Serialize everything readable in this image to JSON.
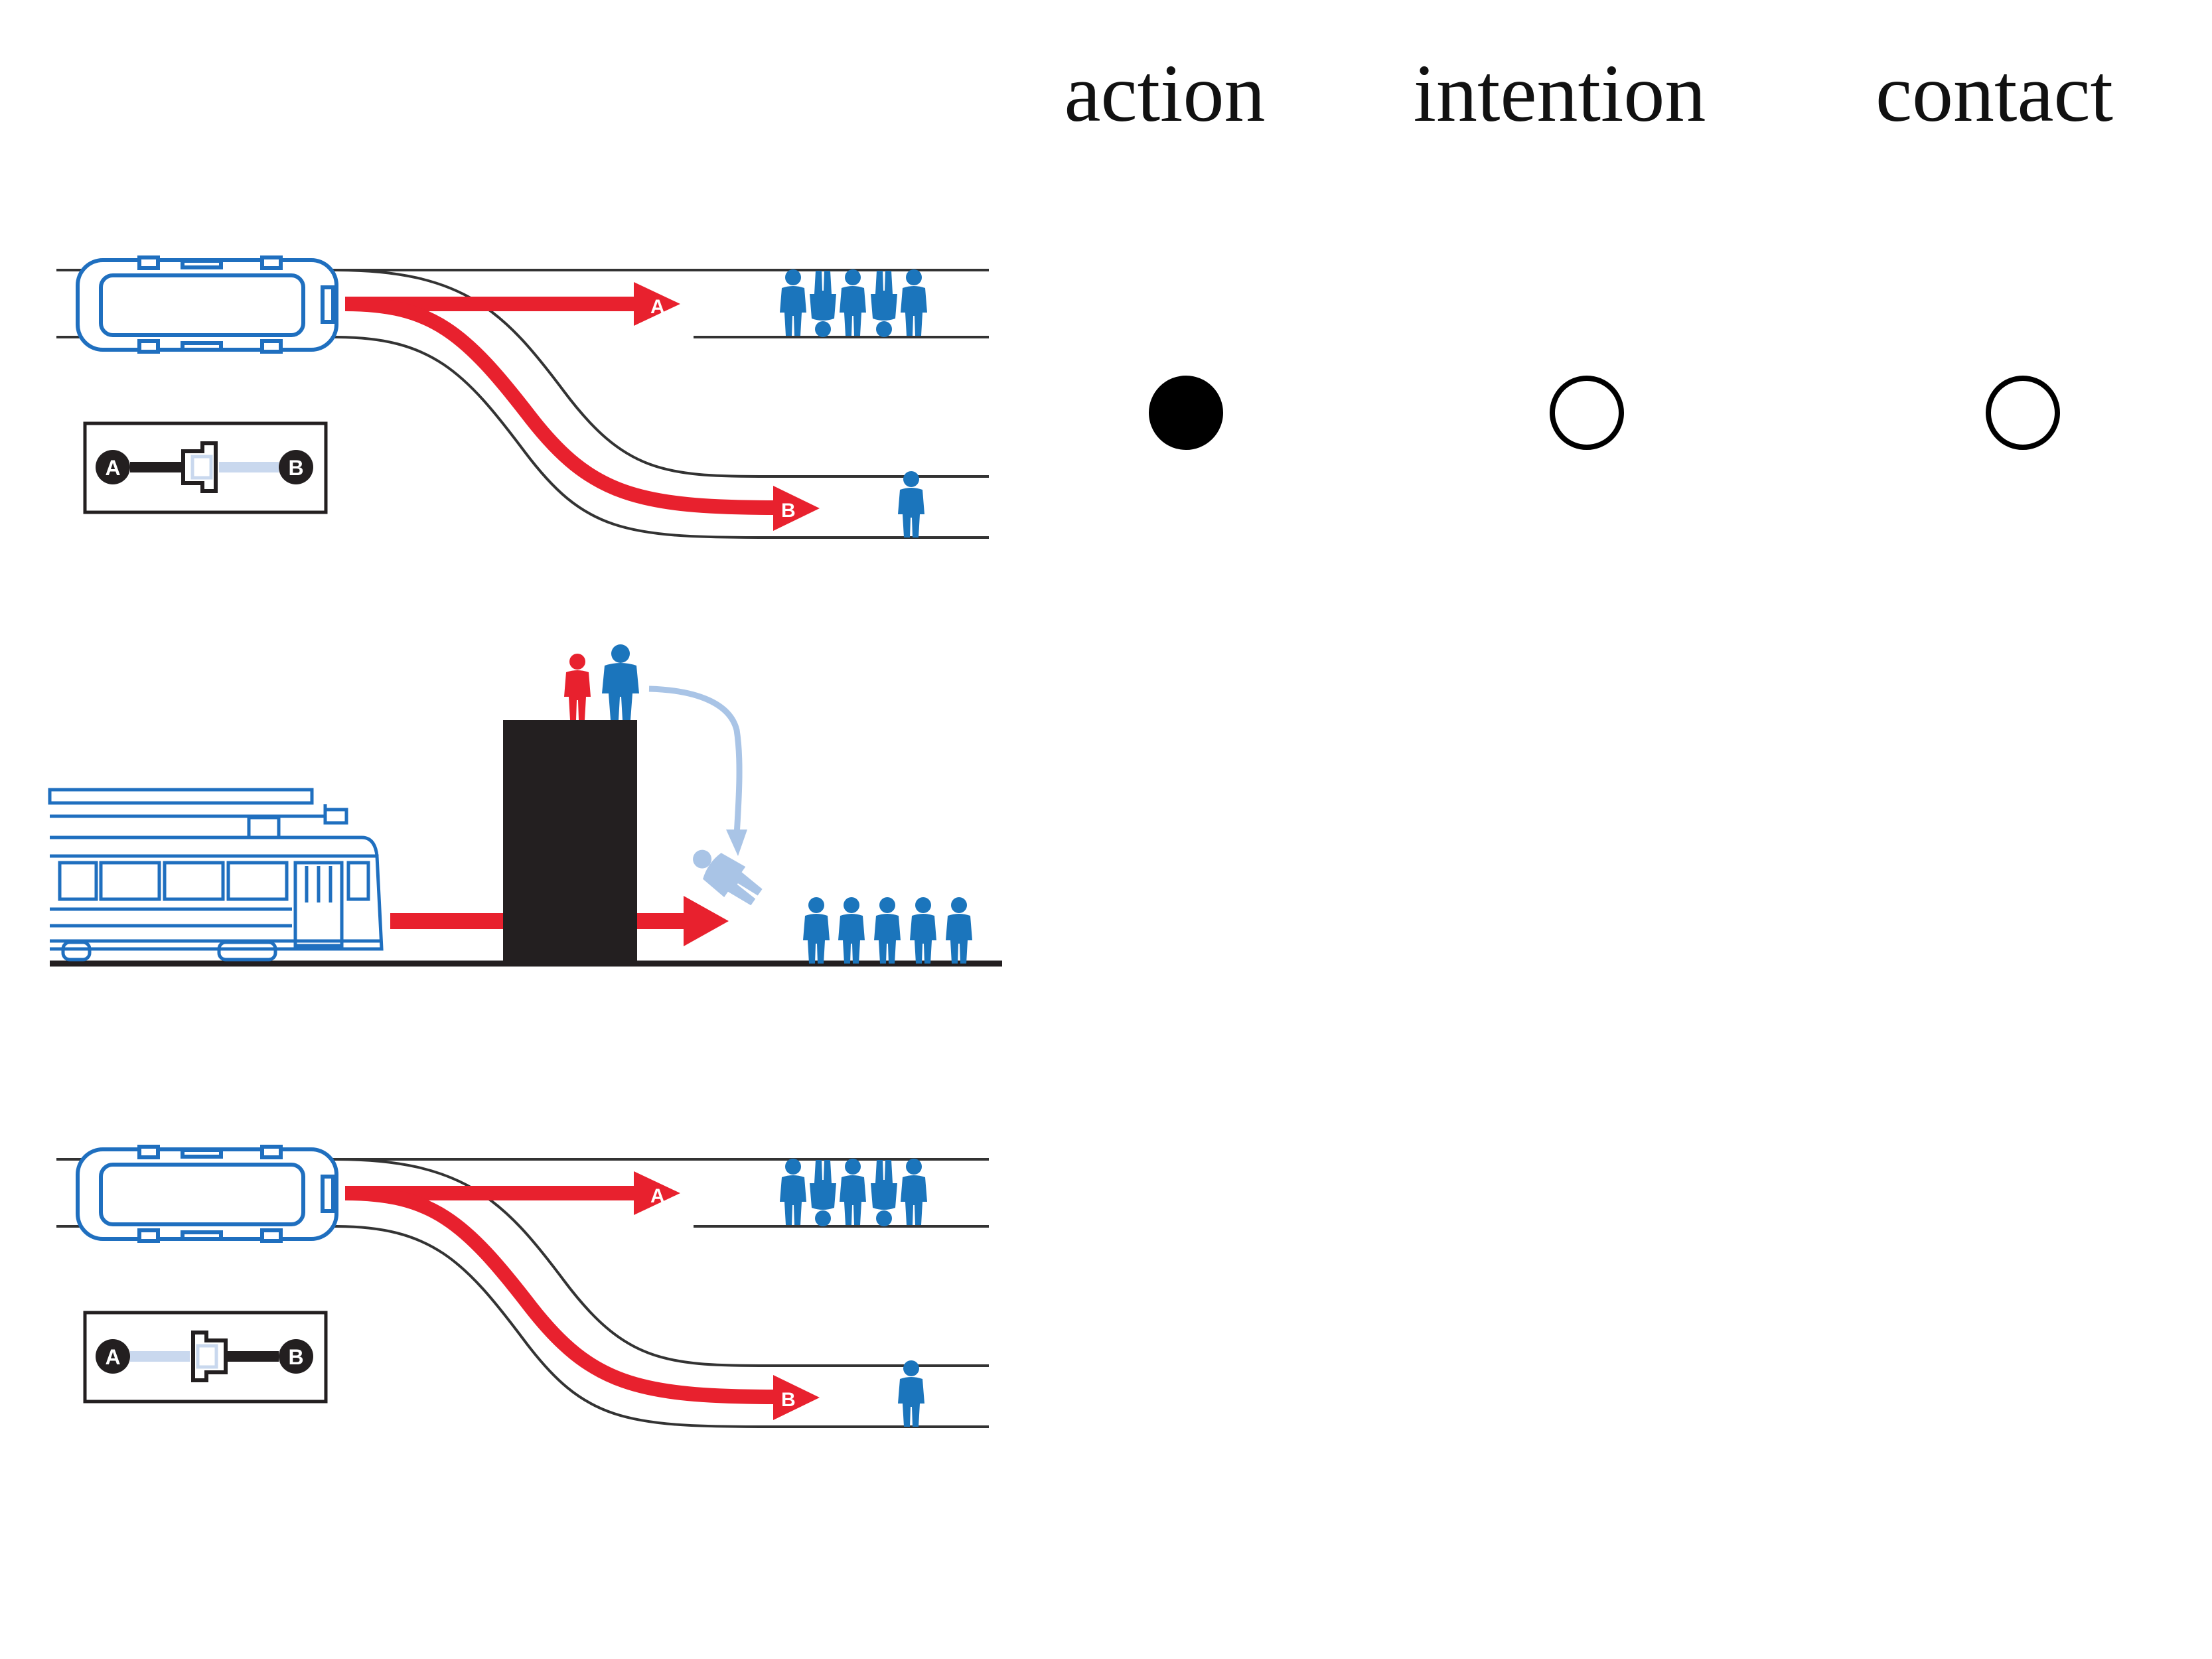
{
  "columns": [
    {
      "label": "action",
      "marked": true
    },
    {
      "label": "intention",
      "marked": false
    },
    {
      "label": "contact",
      "marked": false
    }
  ],
  "scenarios": [
    {
      "type": "switch-track",
      "lever_position": "A",
      "switch_labels": [
        "A",
        "B"
      ],
      "arrow_labels": [
        "A",
        "B"
      ],
      "people_on_A": 5,
      "people_on_B": 1
    },
    {
      "type": "footbridge",
      "people_on_track": 5
    },
    {
      "type": "switch-track",
      "lever_position": "B",
      "switch_labels": [
        "A",
        "B"
      ],
      "arrow_labels": [
        "A",
        "B"
      ],
      "people_on_A": 5,
      "people_on_B": 1
    }
  ],
  "colors": {
    "trolley": "#1f6fbf",
    "person": "#1b75bc",
    "person_light": "#a9c4e6",
    "arrow": "#e8212e",
    "block": "#231f20",
    "track": "#333333",
    "marker": "#000000"
  }
}
